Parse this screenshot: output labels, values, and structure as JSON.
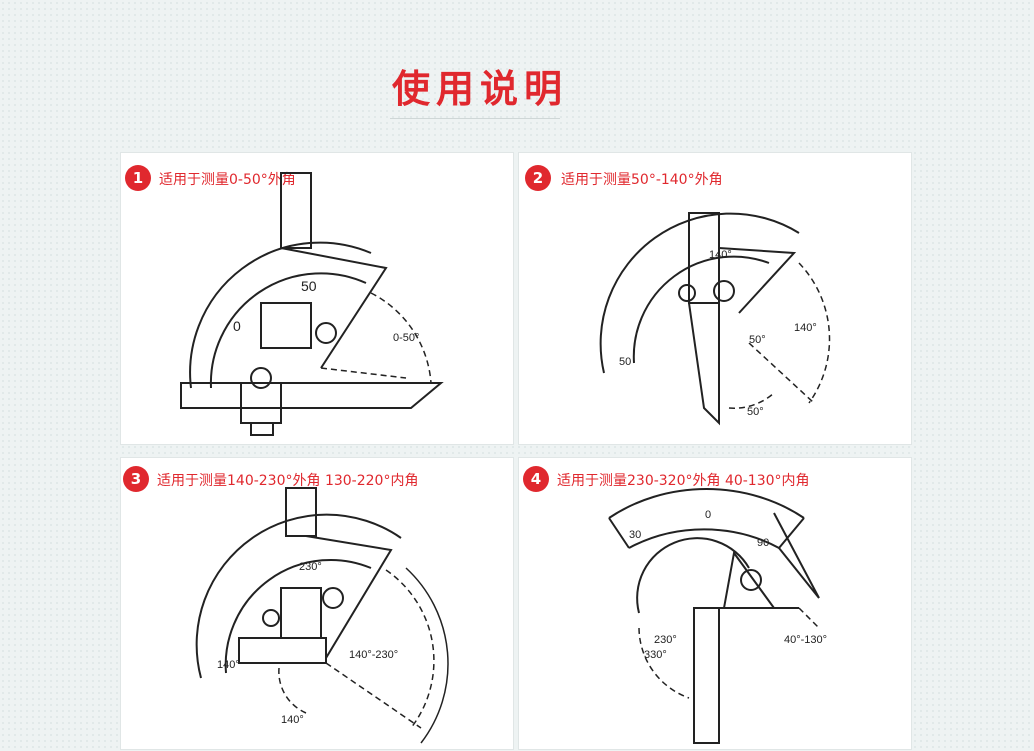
{
  "title": "使用说明",
  "panels": [
    {
      "number": "1",
      "caption": "适用于测量0-50°外角",
      "scale_labels": [
        "0",
        "50",
        "0-50°"
      ]
    },
    {
      "number": "2",
      "caption": "适用于测量50°-140°外角",
      "scale_labels": [
        "140°",
        "50",
        "50°",
        "140°",
        "50°"
      ]
    },
    {
      "number": "3",
      "caption": "适用于测量140-230°外角 130-220°内角",
      "scale_labels": [
        "230°",
        "140°",
        "140°-230°",
        "140°"
      ]
    },
    {
      "number": "4",
      "caption": "适用于测量230-320°外角 40-130°内角",
      "scale_labels": [
        "0",
        "30",
        "90",
        "230°",
        "330°",
        "40°-130°"
      ]
    }
  ],
  "colors": {
    "accent": "#e0282e",
    "line": "#222222"
  }
}
